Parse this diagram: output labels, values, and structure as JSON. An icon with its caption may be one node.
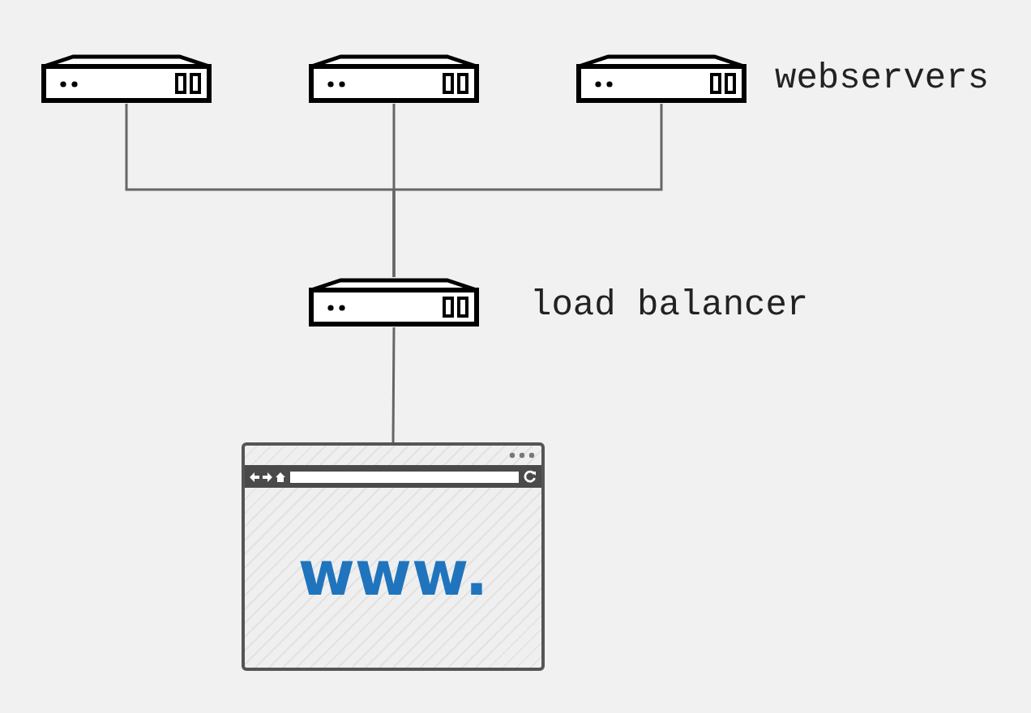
{
  "diagram": {
    "nodes": [
      {
        "text": [],
        "shape": "box"
      },
      {
        "text": [],
        "shape": "box"
      },
      {
        "text": [],
        "shape": "box"
      },
      {
        "text": [],
        "shape": "box",
        "beside": [
          "load balancer"
        ]
      },
      {
        "text": [
          "www."
        ]
      }
    ],
    "edges": [
      {
        "from": 0,
        "to": 3,
        "arrow": "none"
      },
      {
        "from": 1,
        "to": 3,
        "arrow": "none"
      },
      {
        "from": 2,
        "to": 3,
        "arrow": "none"
      },
      {
        "from": 3,
        "to": 4,
        "arrow": "none"
      }
    ],
    "labels": [
      "webservers"
    ]
  }
}
